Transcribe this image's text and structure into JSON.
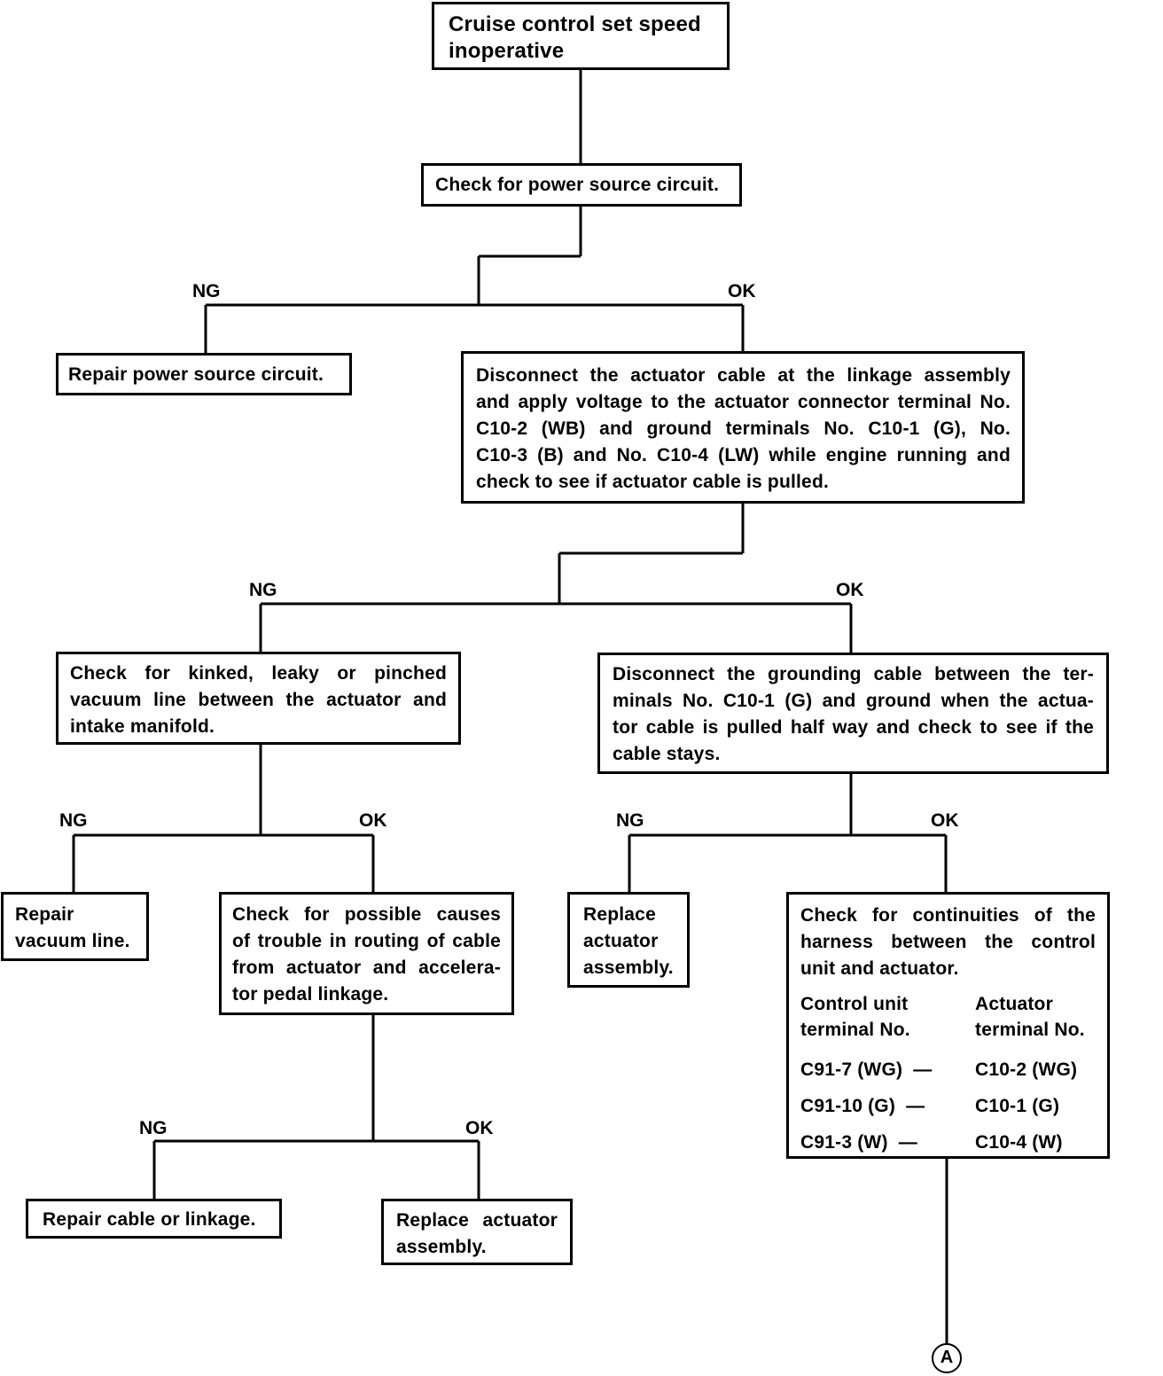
{
  "nodes": {
    "start": {
      "lines": [
        "Cruise control set speed",
        "inoperative"
      ]
    },
    "power_check": {
      "lines": [
        "Check for power source circuit."
      ]
    },
    "repair_power": {
      "lines": [
        "Repair power source circuit."
      ]
    },
    "actuator_cable": {
      "lines": [
        "Disconnect the actuator cable at the linkage assembly",
        "and apply voltage to the actuator connector terminal No.",
        "C10-2 (WB) and ground terminals No. C10-1 (G), No.",
        "C10-3 (B) and No. C10-4 (LW) while engine running and",
        "check to see if actuator cable is pulled."
      ]
    },
    "vacuum_check": {
      "lines": [
        "Check for kinked, leaky or pinched",
        "vacuum line between the actuator and",
        "intake manifold."
      ]
    },
    "grounding_check": {
      "lines": [
        "Disconnect the grounding cable between the ter-",
        "minals No. C10-1 (G) and ground when the actua-",
        "tor cable is pulled half way and check to see if the",
        "cable stays."
      ]
    },
    "repair_vacuum": {
      "lines": [
        "Repair",
        "vacuum line."
      ]
    },
    "cable_routing": {
      "lines": [
        "Check for possible causes",
        "of trouble in routing of cable",
        "from actuator and accelera-",
        "tor pedal linkage."
      ]
    },
    "replace_actuator_1": {
      "lines": [
        "Replace",
        "actuator",
        "assembly."
      ]
    },
    "continuity_check": {
      "lines": [
        "Check for continuities of the",
        "harness between the control",
        "unit and actuator."
      ],
      "col_headers": [
        "Control unit\nterminal No.",
        "Actuator\nterminal No."
      ],
      "rows": [
        [
          "C91-7 (WG)  —",
          "C10-2 (WG)"
        ],
        [
          "C91-10 (G)  —",
          "C10-1 (G)"
        ],
        [
          "C91-3 (W)  —",
          "C10-4 (W)"
        ]
      ]
    },
    "repair_cable": {
      "lines": [
        "Repair cable or linkage."
      ]
    },
    "replace_actuator_2": {
      "lines": [
        "Replace actuator",
        "assembly."
      ]
    }
  },
  "labels": {
    "ng": "NG",
    "ok": "OK"
  },
  "connector": "A"
}
